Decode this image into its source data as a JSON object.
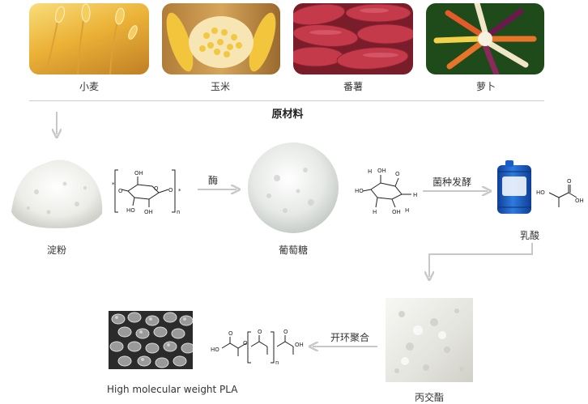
{
  "raw_materials": {
    "items": [
      {
        "label": "小麦"
      },
      {
        "label": "玉米"
      },
      {
        "label": "番薯"
      },
      {
        "label": "萝卜"
      }
    ],
    "section_label": "原材料"
  },
  "stage1": {
    "starch_label": "淀粉",
    "step_label": "酶",
    "glucose_label": "葡萄糖"
  },
  "stage2": {
    "step_label": "菌种发酵",
    "lactic_acid_label": "乳酸"
  },
  "stage3": {
    "lactide_label": "丙交酯",
    "step_label": "开环聚合",
    "pla_label": "High molecular weight PLA"
  },
  "chem_labels": {
    "oh": "OH",
    "ho": "HO",
    "o": "O",
    "n": "n",
    "h": "H"
  },
  "colors": {
    "arrow": "#c8c8c8",
    "divider": "#cccccc",
    "wheat": "#e9a81c",
    "corn": "#f2c53d",
    "sweet_potato": "#c43a4a",
    "carrot": "#e8742a",
    "drum_blue": "#1a5fc8"
  }
}
